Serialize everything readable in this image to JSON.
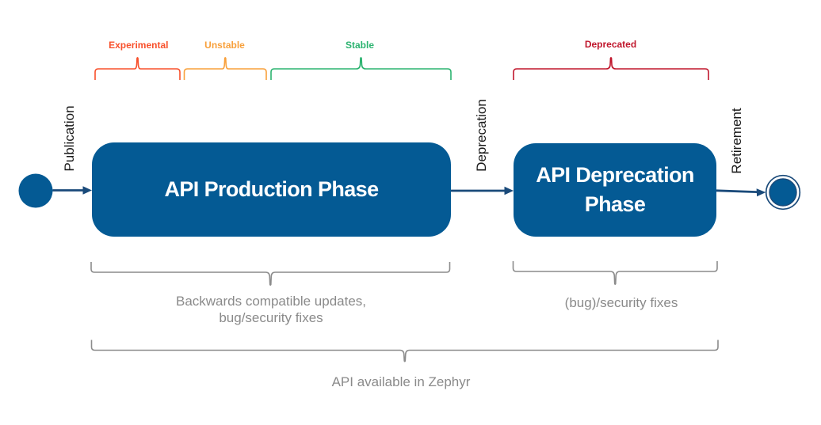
{
  "title": "API lifecycle diagram",
  "colors": {
    "background": "#ffffff",
    "node_blue": "#045a94",
    "edge_navy": "#1a4a7a",
    "box_text": "#ffffff",
    "experimental": "#f8502b",
    "unstable": "#f8a03b",
    "stable": "#2cb370",
    "deprecated": "#c0162c",
    "gray_line": "#8c8c8c",
    "gray_text": "#8a8a8a",
    "transition_text": "#1a1a1a"
  },
  "stages": {
    "experimental": "Experimental",
    "unstable": "Unstable",
    "stable": "Stable",
    "deprecated": "Deprecated"
  },
  "phases": {
    "production": "API Production Phase",
    "deprecation": "API Deprecation Phase"
  },
  "transitions": {
    "publication": "Publication",
    "deprecation": "Deprecation",
    "retirement": "Retirement"
  },
  "notes": {
    "production": [
      "Backwards compatible updates,",
      "bug/security fixes"
    ],
    "deprecation": "(bug)/security fixes",
    "overall": "API available in Zephyr"
  }
}
